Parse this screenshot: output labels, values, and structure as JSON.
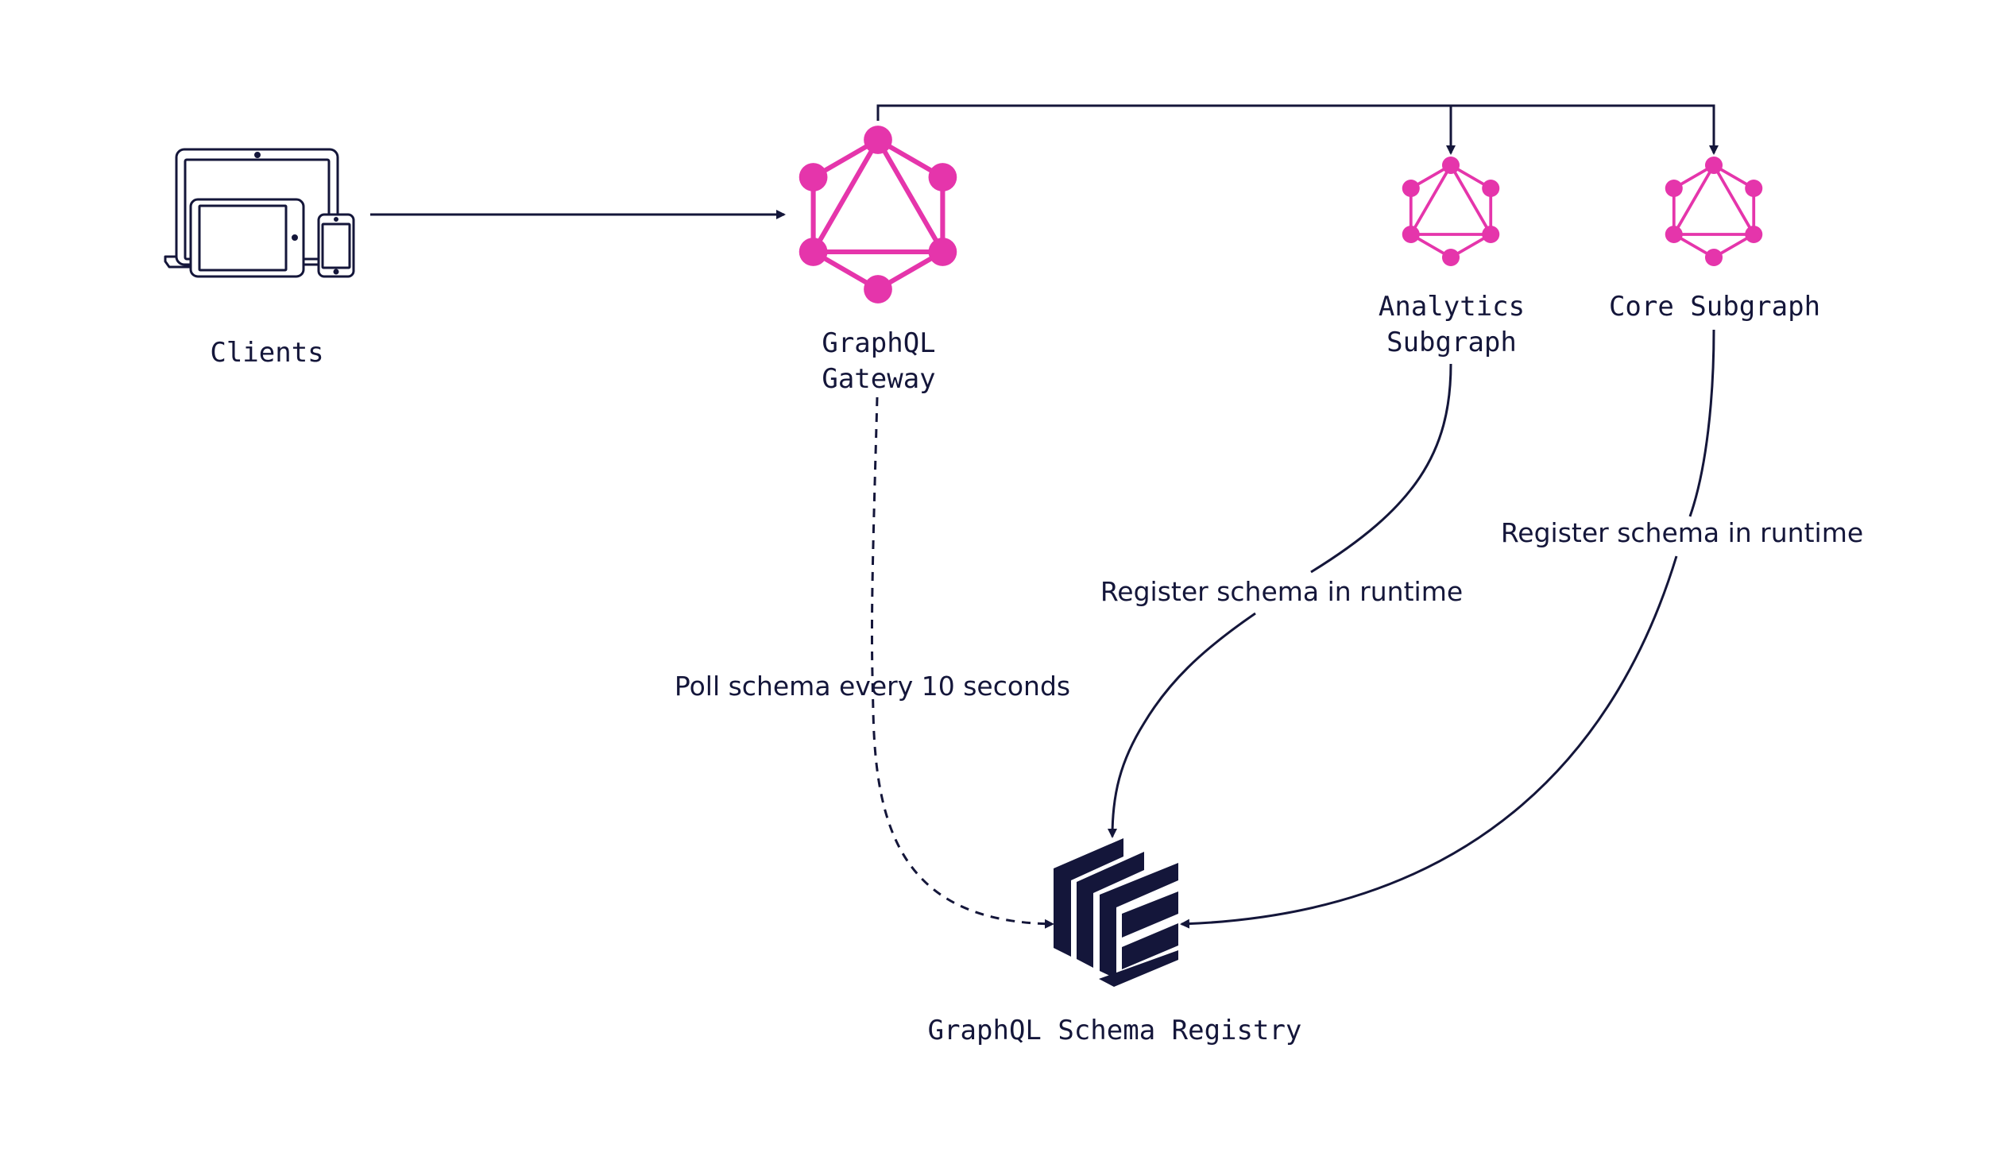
{
  "nodes": {
    "clients": {
      "label": "Clients",
      "icon": "devices-icon"
    },
    "gateway": {
      "label_line1": "GraphQL",
      "label_line2": "Gateway",
      "icon": "graphql-logo-icon"
    },
    "analytics": {
      "label_line1": "Analytics",
      "label_line2": "Subgraph",
      "icon": "graphql-logo-icon"
    },
    "core": {
      "label": "Core Subgraph",
      "icon": "graphql-logo-icon"
    },
    "registry": {
      "label": "GraphQL Schema Registry",
      "icon": "schema-registry-logo-icon"
    }
  },
  "edges": {
    "poll": {
      "label": "Poll schema every 10 seconds",
      "style": "dashed"
    },
    "analytics_register": {
      "label": "Register schema in runtime"
    },
    "core_register": {
      "label": "Register schema in runtime"
    }
  },
  "colors": {
    "graphql": "#e535ab",
    "ink": "#14163a",
    "background": "#ffffff"
  }
}
